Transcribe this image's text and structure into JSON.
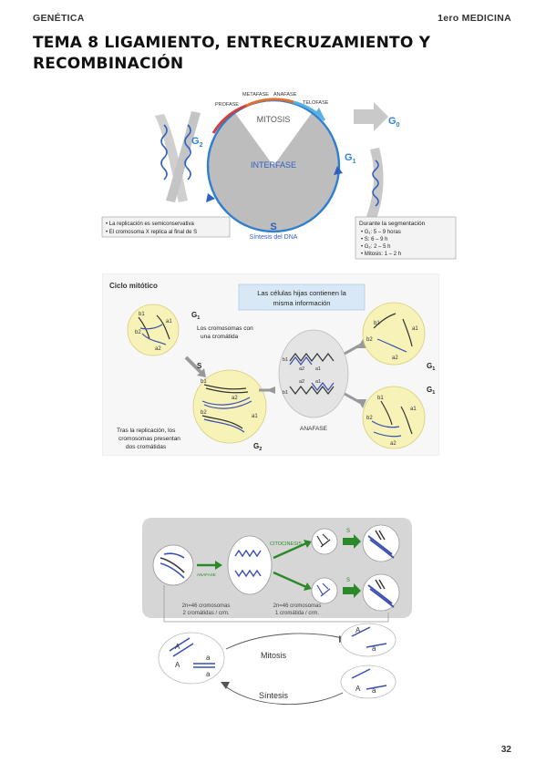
{
  "header": {
    "subject": "GENÉTICA",
    "course": "1ero MEDICINA"
  },
  "title": "TEMA 8 LIGAMIENTO, ENTRECRUZAMIENTO Y RECOMBINACIÓN",
  "figure1": {
    "phases": {
      "prophase": "PROFASE",
      "metaphase": "METAFASE",
      "anaphase": "ANAFASE",
      "telophase": "TELOFASE"
    },
    "mitosis": "MITOSIS",
    "interphase": "INTERFASE",
    "g0": "G",
    "g0_sub": "0",
    "g1": "G",
    "g1_sub": "1",
    "g2": "G",
    "g2_sub": "2",
    "s": "S",
    "s_caption": "Síntesis del DNA",
    "left_notes": [
      "• La replicación es semiconservativa",
      "• El cromosoma X replica al final de S"
    ],
    "right_title": "Durante la segmentación",
    "right_notes": [
      "• G₁: 5 – 9 horas",
      "• S: 6 – 9 h",
      "• G₂: 2 – 5 h",
      "• Mitosis: 1 – 2 h"
    ]
  },
  "figure2": {
    "heading": "Ciclo mitótico",
    "banner": [
      "Las células hijas contienen la",
      "misma información"
    ],
    "g1_label": "G",
    "g1_sub": "1",
    "one_chromatid": [
      "Los cromosomas con",
      "una cromátida"
    ],
    "s_label": "S",
    "after_replication": [
      "Tras la replicación, los",
      "cromosomas presentan",
      "dos cromátidas"
    ],
    "g2_label": "G",
    "g2_sub": "2",
    "anaphase": "ANAFASE",
    "alleles": {
      "a1": "a1",
      "a2": "a2",
      "b1": "b1",
      "b2": "b2"
    }
  },
  "figure3": {
    "cytokinesis": "CITOCINESIS",
    "anaphase": "ANAFASE",
    "s1": "S",
    "s2": "S",
    "left_count": [
      "2n=46 cromosomas",
      "2 cromátidas / crm."
    ],
    "right_count": [
      "2n=46 cromosomas",
      "1 cromátida / crm."
    ],
    "mitosis": "Mitosis",
    "synthesis": "Síntesis",
    "allele_A": "A",
    "allele_a": "a"
  },
  "page_number": "32",
  "colors": {
    "accent_blue": "#2f5fbf",
    "green": "#2a8a2a",
    "cell_yellow": "#f7f2b8",
    "panel_grey": "#d6d6d6",
    "banner_blue": "#d8e8f6"
  }
}
